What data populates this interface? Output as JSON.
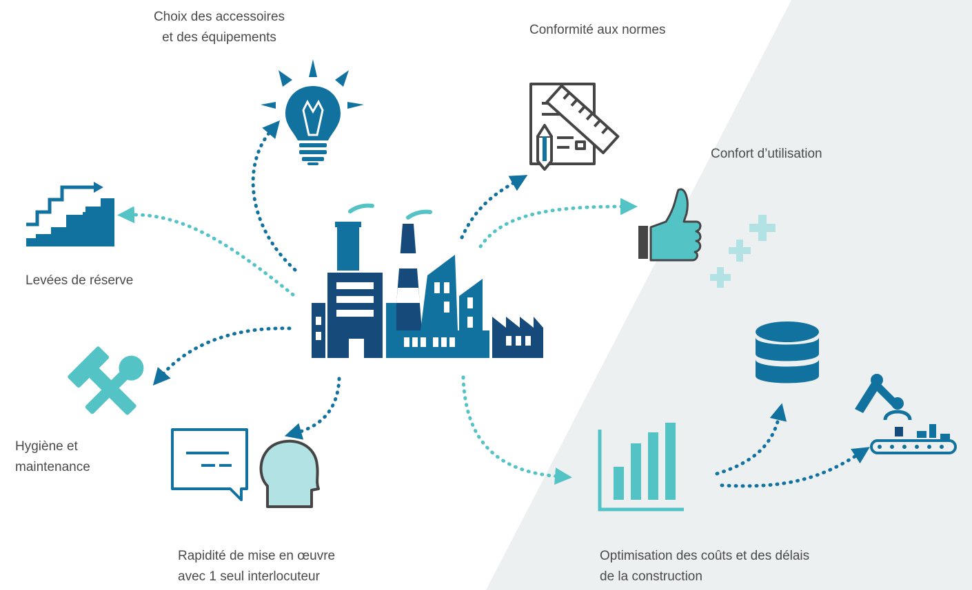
{
  "colors": {
    "dark_blue": "#154a7a",
    "mid_blue": "#12729f",
    "teal": "#53c3c6",
    "light_teal": "#b3e2e4",
    "gray_panel": "#ecf0f1",
    "outline_gray": "#454545",
    "text": "#4a4a4a"
  },
  "center_icon": "factory-icon",
  "labels": {
    "accessories": [
      "Choix des accessoires",
      "et des équipements"
    ],
    "norms": [
      "Conformité aux normes"
    ],
    "comfort": [
      "Confort d’utilisation"
    ],
    "reserve": [
      "Levées de réserve"
    ],
    "hygiene": [
      "Hygiène et",
      "maintenance"
    ],
    "speed": [
      "Rapidité de mise en œuvre",
      "avec 1 seul interlocuteur"
    ],
    "optimisation": [
      "Optimisation des coûts et des délais",
      "de la construction"
    ]
  },
  "icons": [
    "lightbulb-icon",
    "document-ruler-pencil-icon",
    "thumbs-up-icon",
    "plus-signs-icon",
    "stairs-arrow-icon",
    "tools-icon",
    "speech-head-icon",
    "bar-chart-icon",
    "database-icon",
    "robot-arm-conveyor-icon"
  ]
}
